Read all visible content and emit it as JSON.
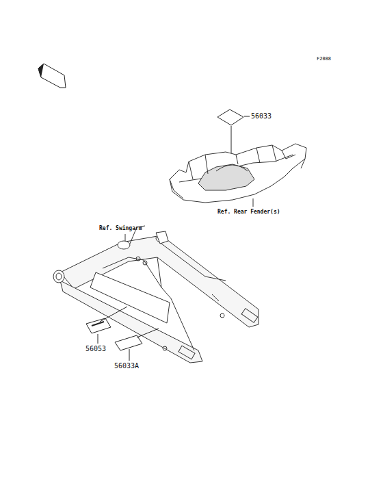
{
  "diagram": {
    "labels": [
      "F2088",
      "FRONT",
      "56033",
      "Ref. Rear Fender(s)",
      "Ref. Swingarm",
      "56053",
      "56033A"
    ]
  }
}
